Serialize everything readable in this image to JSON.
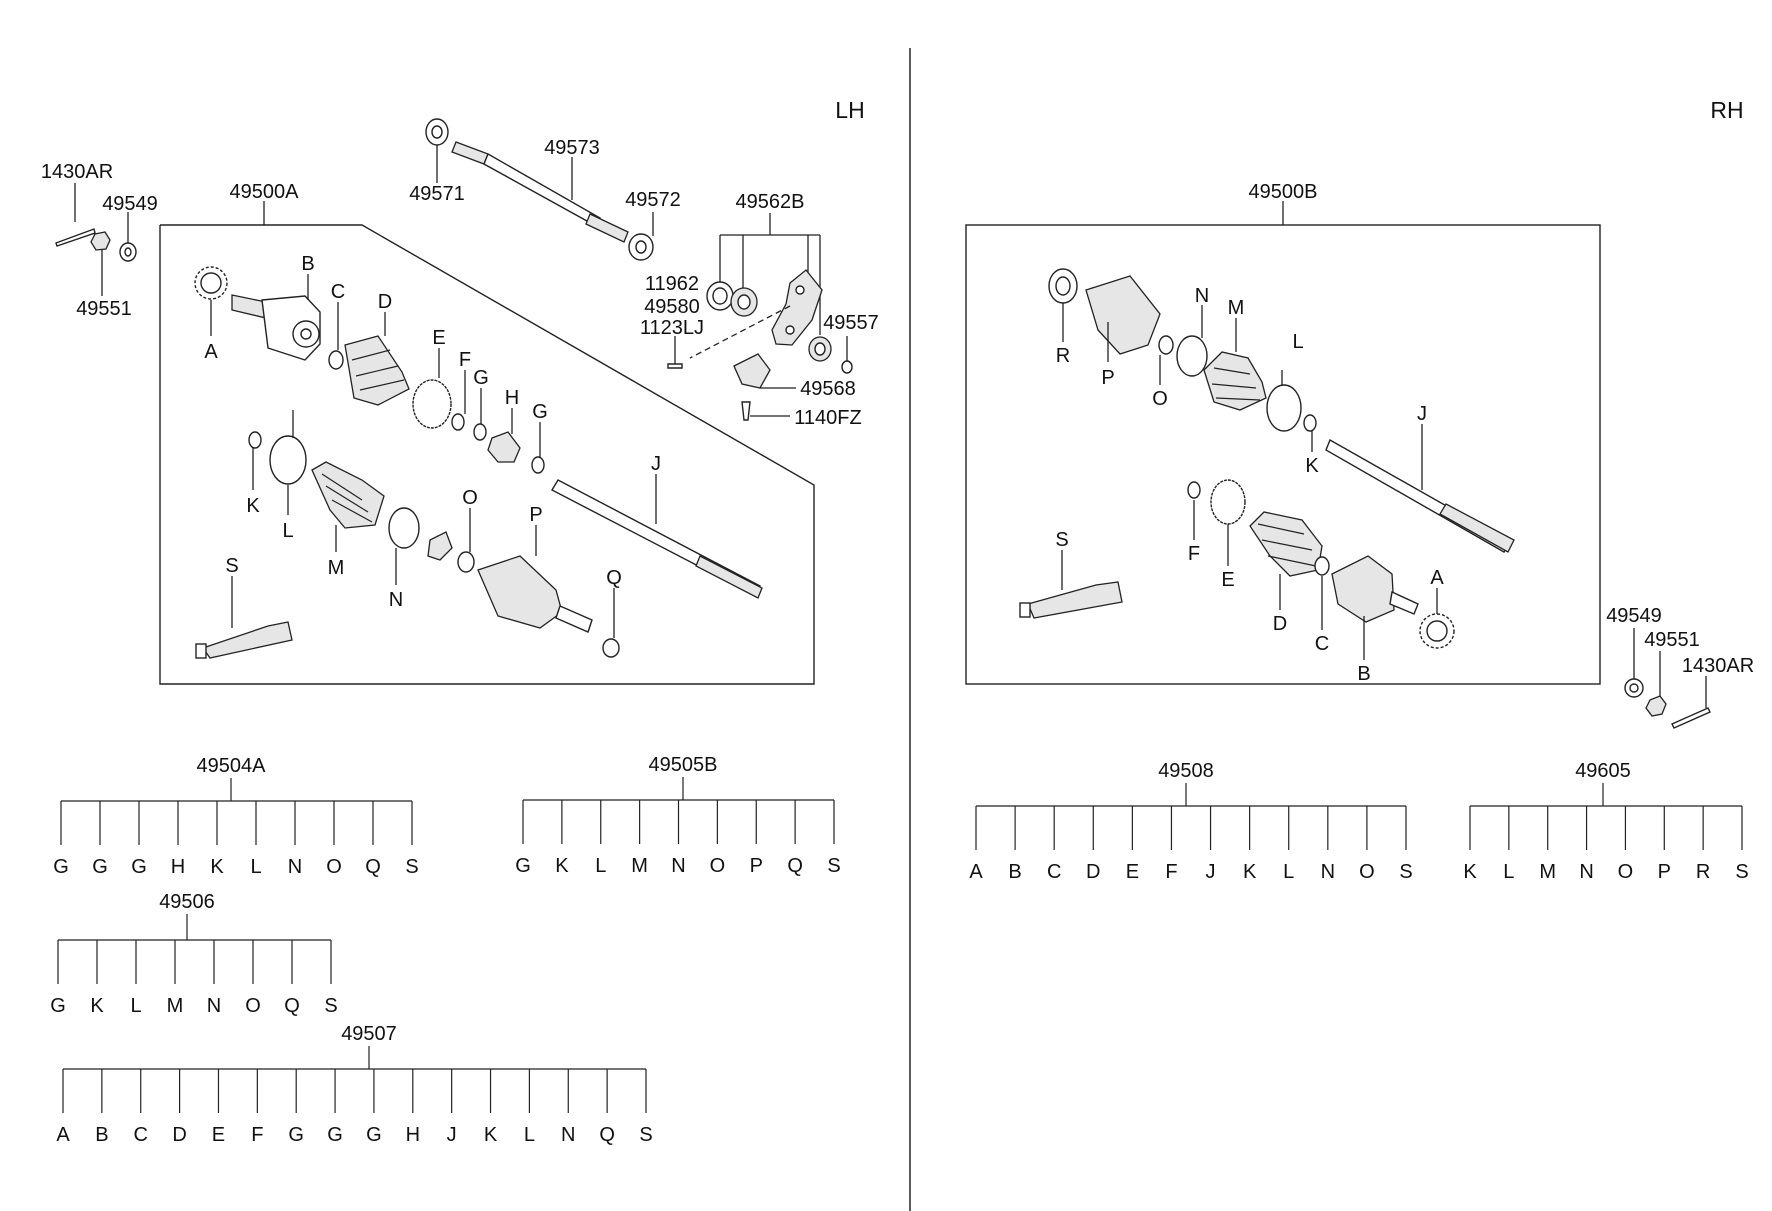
{
  "diagram_title": "",
  "sides": {
    "left": "LH",
    "right": "RH"
  },
  "lh_parts": {
    "p1430AR": "1430AR",
    "p49549": "49549",
    "p49551": "49551",
    "p49500A": "49500A",
    "p49571": "49571",
    "p49573": "49573",
    "p49572": "49572",
    "p49562B": "49562B",
    "p11962": "11962",
    "p49580": "49580",
    "p1123LJ": "1123LJ",
    "p49557": "49557",
    "p49568": "49568",
    "p1140FZ": "1140FZ"
  },
  "lh_letters": {
    "A": "A",
    "B": "B",
    "C": "C",
    "D": "D",
    "E": "E",
    "F": "F",
    "G1": "G",
    "H": "H",
    "G2": "G",
    "J": "J",
    "K": "K",
    "L": "L",
    "M": "M",
    "N": "N",
    "O": "O",
    "P": "P",
    "Q": "Q",
    "S": "S"
  },
  "rh_parts": {
    "p49500B": "49500B",
    "p49549": "49549",
    "p49551": "49551",
    "p1430AR": "1430AR"
  },
  "rh_letters": {
    "R": "R",
    "P": "P",
    "O": "O",
    "N": "N",
    "M": "M",
    "L": "L",
    "J": "J",
    "K": "K",
    "S": "S",
    "F": "F",
    "E": "E",
    "D": "D",
    "C": "C",
    "B": "B",
    "A": "A"
  },
  "kits": [
    {
      "code": "49504A",
      "items": [
        "G",
        "G",
        "G",
        "H",
        "K",
        "L",
        "N",
        "O",
        "Q",
        "S"
      ]
    },
    {
      "code": "49505B",
      "items": [
        "G",
        "K",
        "L",
        "M",
        "N",
        "O",
        "P",
        "Q",
        "S"
      ]
    },
    {
      "code": "49506",
      "items": [
        "G",
        "K",
        "L",
        "M",
        "N",
        "O",
        "Q",
        "S"
      ]
    },
    {
      "code": "49507",
      "items": [
        "A",
        "B",
        "C",
        "D",
        "E",
        "F",
        "G",
        "G",
        "G",
        "H",
        "J",
        "K",
        "L",
        "N",
        "Q",
        "S"
      ]
    },
    {
      "code": "49508",
      "items": [
        "A",
        "B",
        "C",
        "D",
        "E",
        "F",
        "J",
        "K",
        "L",
        "N",
        "O",
        "S"
      ]
    },
    {
      "code": "49605",
      "items": [
        "K",
        "L",
        "M",
        "N",
        "O",
        "P",
        "R",
        "S"
      ]
    }
  ]
}
